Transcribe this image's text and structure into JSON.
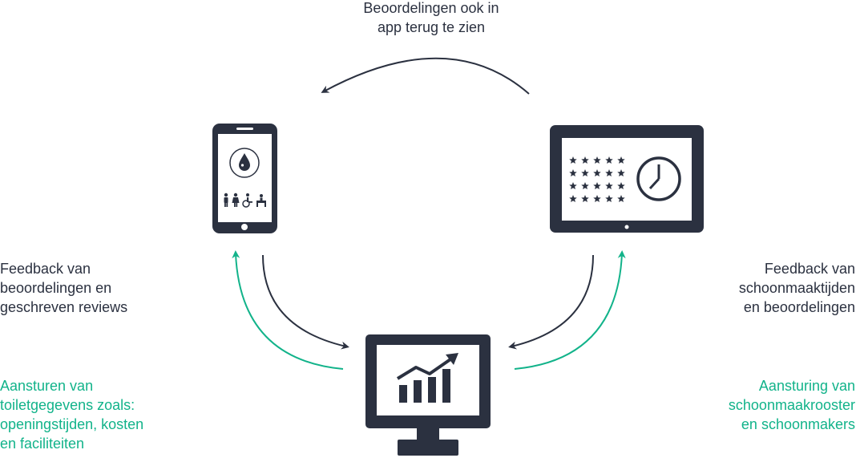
{
  "labels": {
    "top": "Beoordelingen ook in\napp terug te zien",
    "left_feedback": "Feedback van\nbeoordelingen en\ngeschreven reviews",
    "left_control": "Aansturen van\ntoiletgegevens zoals:\nopeningstijden, kosten\nen faciliteiten",
    "right_feedback": "Feedback van\nschoonmaaktijden\nen beoordelingen",
    "right_control": "Aansturing van\nschoonmaakrooster\nen schoonmakers"
  },
  "colors": {
    "dark": "#2b3140",
    "green": "#12b38a",
    "screen": "#ffffff"
  },
  "icons": {
    "phone": "smartphone-icon",
    "tablet": "tablet-icon",
    "monitor": "monitor-icon",
    "drop": "water-drop-icon",
    "clock": "clock-icon",
    "chart": "growth-chart-icon"
  }
}
